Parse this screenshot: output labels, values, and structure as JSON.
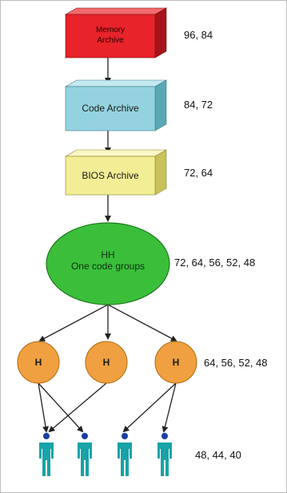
{
  "colors": {
    "memory_front": "#e8232a",
    "memory_side": "#a5141a",
    "memory_top": "#f26a6d",
    "code_front": "#93d3df",
    "code_side": "#5aa7b5",
    "code_top": "#c4e9f0",
    "bios_front": "#f3ee95",
    "bios_side": "#c9c25a",
    "bios_top": "#faf7c6",
    "oval_fill": "#3bbf3b",
    "oval_stroke": "#1e7a1e",
    "circle_fill": "#f0a040",
    "circle_stroke": "#b36a10",
    "person": "#17a3a7",
    "person_head": "#1c3f9c",
    "arrow": "#222222"
  },
  "boxes": [
    {
      "name": "memory-archive",
      "lines": [
        "Memory",
        "Archive"
      ],
      "codes": "96, 84"
    },
    {
      "name": "code-archive",
      "lines": [
        "Code Archive"
      ],
      "codes": "84, 72"
    },
    {
      "name": "bios-archive",
      "lines": [
        "BIOS Archive"
      ],
      "codes": "72, 64"
    }
  ],
  "oval": {
    "line1": "HH",
    "line2": "One code groups",
    "codes": "72, 64, 56, 52, 48"
  },
  "h_nodes": {
    "label": "H",
    "codes": "64, 56, 52, 48"
  },
  "people": {
    "codes": "48, 44, 40",
    "icon": "person-icon"
  }
}
